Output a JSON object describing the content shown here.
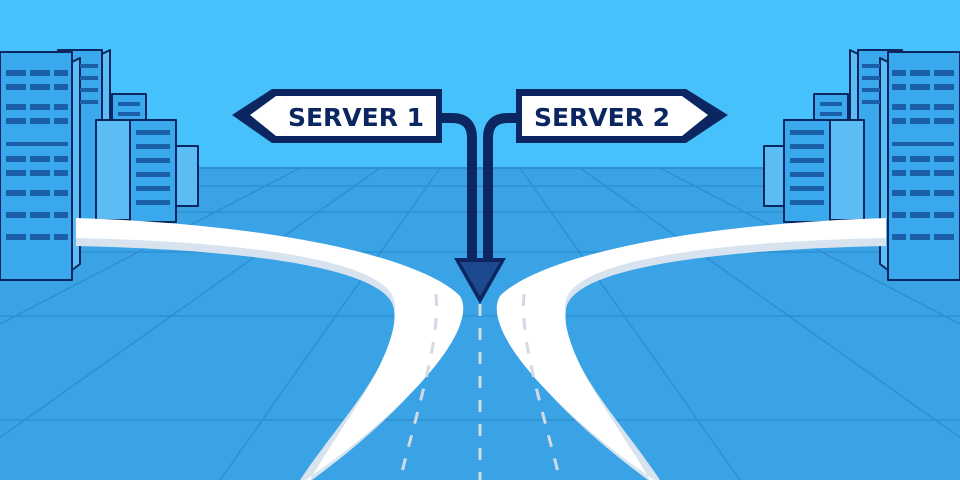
{
  "signs": {
    "left": {
      "label": "SERVER 1",
      "direction": "left"
    },
    "right": {
      "label": "SERVER 2",
      "direction": "right"
    }
  },
  "colors": {
    "sky": "#47c1fb",
    "ground": "#3aa3e6",
    "grid_line": "#2e8fd2",
    "road": "#ffffff",
    "road_shadow": "#d7e3ee",
    "road_dash": "#d2dbe4",
    "outline": "#0b2660",
    "building_front": "#3aa8ec",
    "building_side": "#5bbdf4",
    "building_dark": "#1f7ccb",
    "window": "#1b5fa8"
  }
}
